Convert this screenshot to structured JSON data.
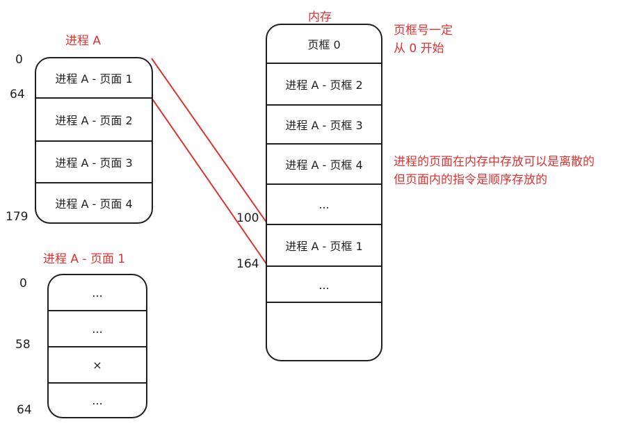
{
  "process_a": {
    "title": "进程 A",
    "pages": [
      "进程 A - 页面 1",
      "进程 A - 页面 2",
      "进程 A - 页面 3",
      "进程 A - 页面 4"
    ],
    "addresses": [
      "0",
      "64",
      "179"
    ]
  },
  "memory": {
    "title": "内存",
    "frames": [
      "页框 0",
      "进程 A - 页框 2",
      "进程 A - 页框 3",
      "进程 A - 页框 4",
      "...",
      "进程 A - 页框 1",
      "...",
      ""
    ],
    "addresses": [
      "100",
      "164"
    ],
    "note_frame_numbering": [
      "页框号一定",
      "从 0 开始"
    ],
    "note_discrete": [
      "进程的页面在内存中存放可以是离散的",
      "但页面内的指令是顺序存放的"
    ]
  },
  "page1_detail": {
    "title": "进程 A - 页面 1",
    "cells": [
      "...",
      "...",
      "×",
      "..."
    ],
    "addresses": [
      "0",
      "58",
      "64"
    ]
  },
  "colors": {
    "accent": "#e03131",
    "stroke": "#1e1e1e"
  }
}
